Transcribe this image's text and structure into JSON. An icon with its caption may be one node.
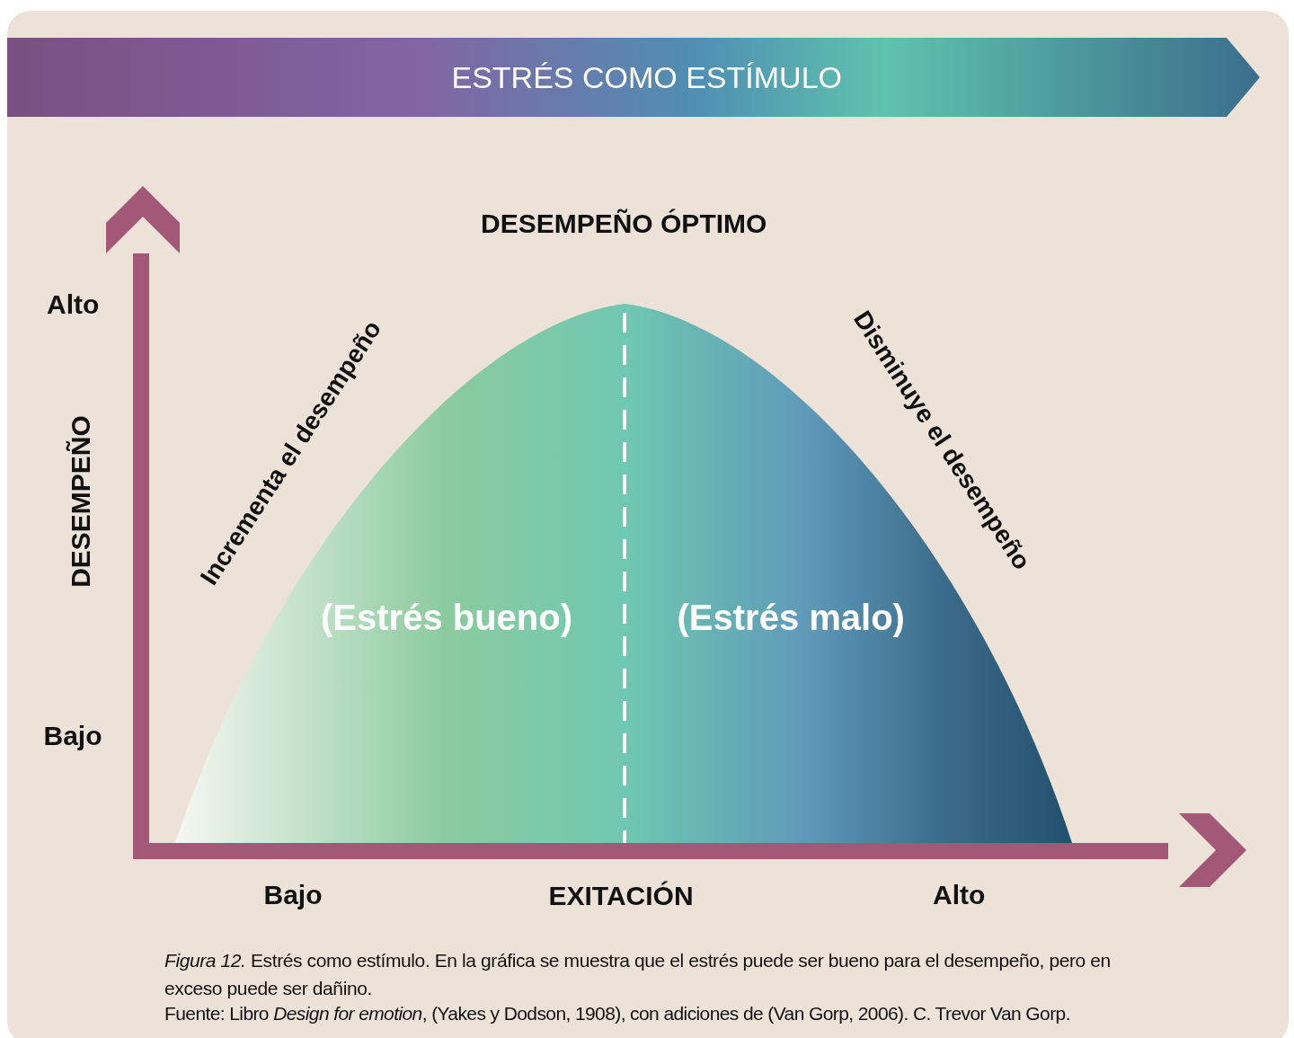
{
  "diagram": {
    "title": "ESTRÉS COMO ESTÍMULO",
    "caption": "*Figura 12.* Estrés como estímulo. En la gráfica se muestra que el estrés puede ser bueno para el desempeño, pero en exceso puede ser dañino.",
    "labels": [
      "DESEMPEÑO ÓPTIMO",
      "Alto",
      "Incrementa el desempeño",
      "Disminuye el desempeño",
      "DESEMPEÑO",
      "(Estrés bueno)",
      "(Estrés malo)",
      "Bajo",
      "Bajo",
      "EXITACIÓN",
      "Alto",
      "Fuente: Libro *Design for emotion*, (Yakes y Dodson, 1908), con adiciones de (Van Gorp, 2006). C. Trevor Van Gorp."
    ]
  }
}
